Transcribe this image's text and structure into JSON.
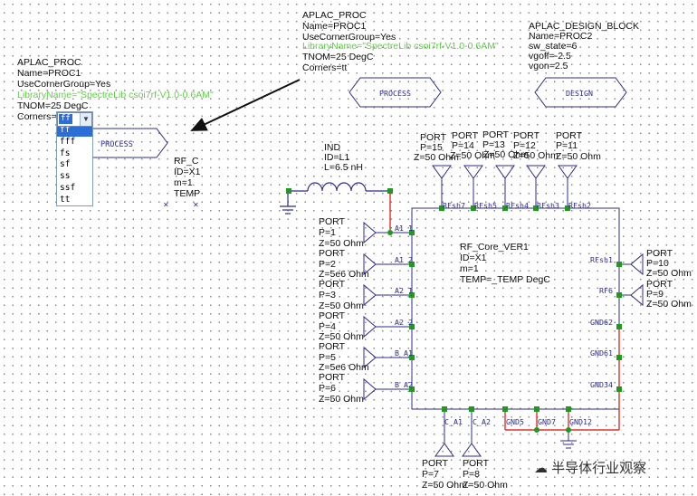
{
  "left_block": {
    "type": "APLAC_PROC",
    "name": "Name=PROC1",
    "corner_group": "UseCornerGroup=Yes",
    "library": "LibraryName=\"SpectreLib csoi7rf-V1.0-0.6AM\"",
    "tnom": "TNOM=25 DegC",
    "corners_label": "Corners=",
    "corners_value": "ff",
    "options": [
      "ff",
      "fff",
      "fs",
      "sf",
      "ss",
      "ssf",
      "tt"
    ],
    "symbol_label": "PROCESS"
  },
  "left_rf": {
    "name": "RF_C",
    "id": "ID=X1",
    "m": "m=1",
    "temp": "TEMP"
  },
  "proc_top": {
    "type": "APLAC_PROC",
    "name": "Name=PROC1",
    "corner_group": "UseCornerGroup=Yes",
    "library": "LibraryName=\"SpectreLib csoi7rf-V1.0-0.6AM\"",
    "tnom": "TNOM=25 DegC",
    "corners": "Corners=tt",
    "symbol_label": "PROCESS"
  },
  "design_block": {
    "type": "APLAC_DESIGN_BLOCK",
    "name": "Name=PROC2",
    "sw_state": "sw_state=6",
    "vgoff": "vgoff=-2.5",
    "vgon": "vgon=2.5",
    "symbol_label": "DESIGN"
  },
  "inductor": {
    "type": "IND",
    "id": "ID=L1",
    "value": "L=6.5 nH"
  },
  "core": {
    "name": "RF_Core_VER1",
    "id": "ID=X1",
    "m": "m=1",
    "temp": "TEMP=_TEMP DegC",
    "pins_left": [
      "A1_1",
      "A1_2",
      "A2_1",
      "A2_2",
      "B_A1",
      "B_A2"
    ],
    "pins_top": [
      "RFsh7",
      "RFsh5",
      "RFsh4",
      "RFsh3",
      "RFsh2"
    ],
    "pins_right": [
      "RFsh1",
      "RF6",
      "GND62",
      "GND61",
      "GND34"
    ],
    "pins_bottom": [
      "C_A1",
      "C_A2",
      "GND5",
      "GND7",
      "GND12"
    ]
  },
  "ports_top": [
    {
      "title": "PORT",
      "p": "P=15",
      "z": "Z=50 Ohm"
    },
    {
      "title": "PORT",
      "p": "P=14",
      "z": "Z=50 Ohm"
    },
    {
      "title": "PORT",
      "p": "P=13",
      "z": "Z=50 Ohm"
    },
    {
      "title": "PORT",
      "p": "P=12",
      "z": "Z=50 Ohm"
    },
    {
      "title": "PORT",
      "p": "P=11",
      "z": "Z=50 Ohm"
    }
  ],
  "ports_left": [
    {
      "title": "PORT",
      "p": "P=1",
      "z": "Z=50 Ohm"
    },
    {
      "title": "PORT",
      "p": "P=2",
      "z": "Z=5e6 Ohm"
    },
    {
      "title": "PORT",
      "p": "P=3",
      "z": "Z=50 Ohm"
    },
    {
      "title": "PORT",
      "p": "P=4",
      "z": "Z=50 Ohm"
    },
    {
      "title": "PORT",
      "p": "P=5",
      "z": "Z=5e6 Ohm"
    },
    {
      "title": "PORT",
      "p": "P=6",
      "z": "Z=50 Ohm"
    }
  ],
  "ports_right": [
    {
      "title": "PORT",
      "p": "P=10",
      "z": "Z=50 Ohm"
    },
    {
      "title": "PORT",
      "p": "P=9",
      "z": "Z=50 Ohm"
    }
  ],
  "ports_bottom": [
    {
      "title": "PORT",
      "p": "P=7",
      "z": "Z=50 Ohm"
    },
    {
      "title": "PORT",
      "p": "P=8",
      "z": "Z=50 Ohm"
    }
  ],
  "watermark": "半导体行业观察",
  "colors": {
    "wire": "#2b2b8e",
    "ground_wire": "#e0302a",
    "pin": "#1f9a1f",
    "library_text": "#5ecf45"
  }
}
